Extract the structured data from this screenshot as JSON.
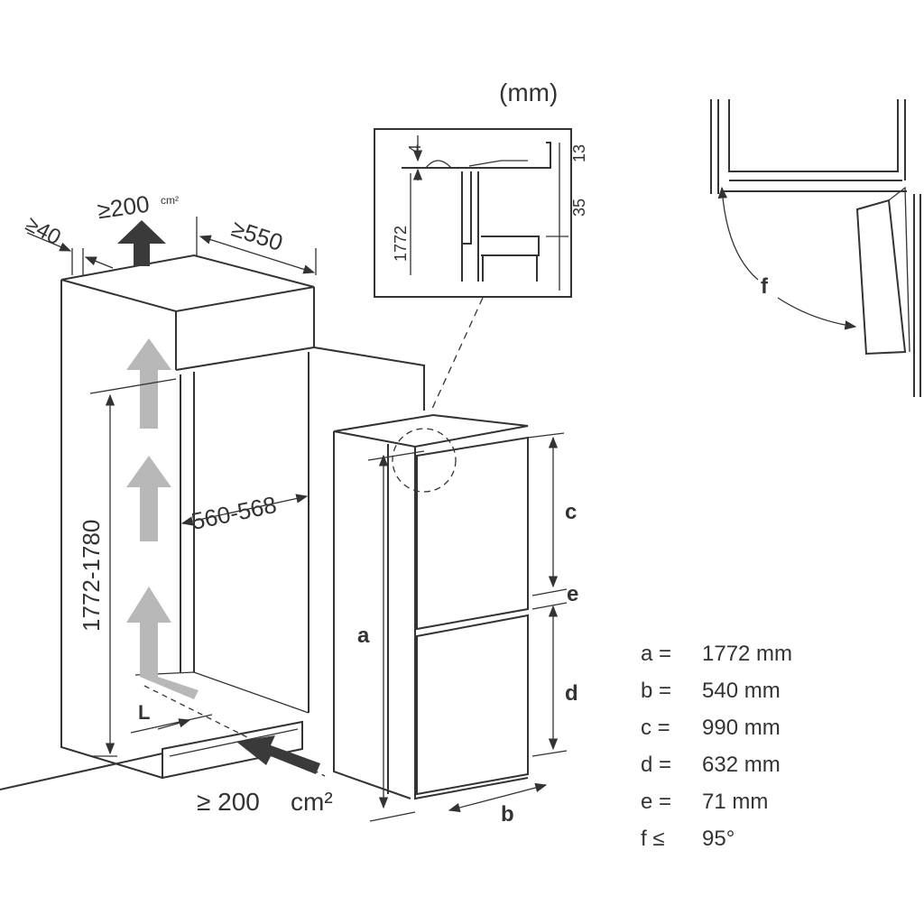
{
  "unit_label": "(mm)",
  "cabinet": {
    "top_clearance": "≥40",
    "top_vent": "≥200",
    "top_vent_unit": "cm²",
    "depth": "≥550",
    "height": "1772-1780",
    "width": "560-568",
    "l_label": "L",
    "bottom_vent": "≥ 200",
    "bottom_vent_unit": "cm²"
  },
  "detail": {
    "gap_top": "4",
    "height": "1772",
    "dim_13": "13",
    "dim_35": "35"
  },
  "appliance": {
    "a": "a",
    "b": "b",
    "c": "c",
    "d": "d",
    "e": "e"
  },
  "door_swing": {
    "f": "f"
  },
  "legend": [
    {
      "key": "a =",
      "value": "1772 mm"
    },
    {
      "key": "b =",
      "value": "540 mm"
    },
    {
      "key": "c =",
      "value": "990 mm"
    },
    {
      "key": "d =",
      "value": "632 mm"
    },
    {
      "key": "e =",
      "value": "71 mm"
    },
    {
      "key": "f ≤",
      "value": "95°"
    }
  ],
  "colors": {
    "line": "#333333",
    "arrow_light": "#b8b8b8",
    "arrow_dark": "#3a3a3a"
  }
}
